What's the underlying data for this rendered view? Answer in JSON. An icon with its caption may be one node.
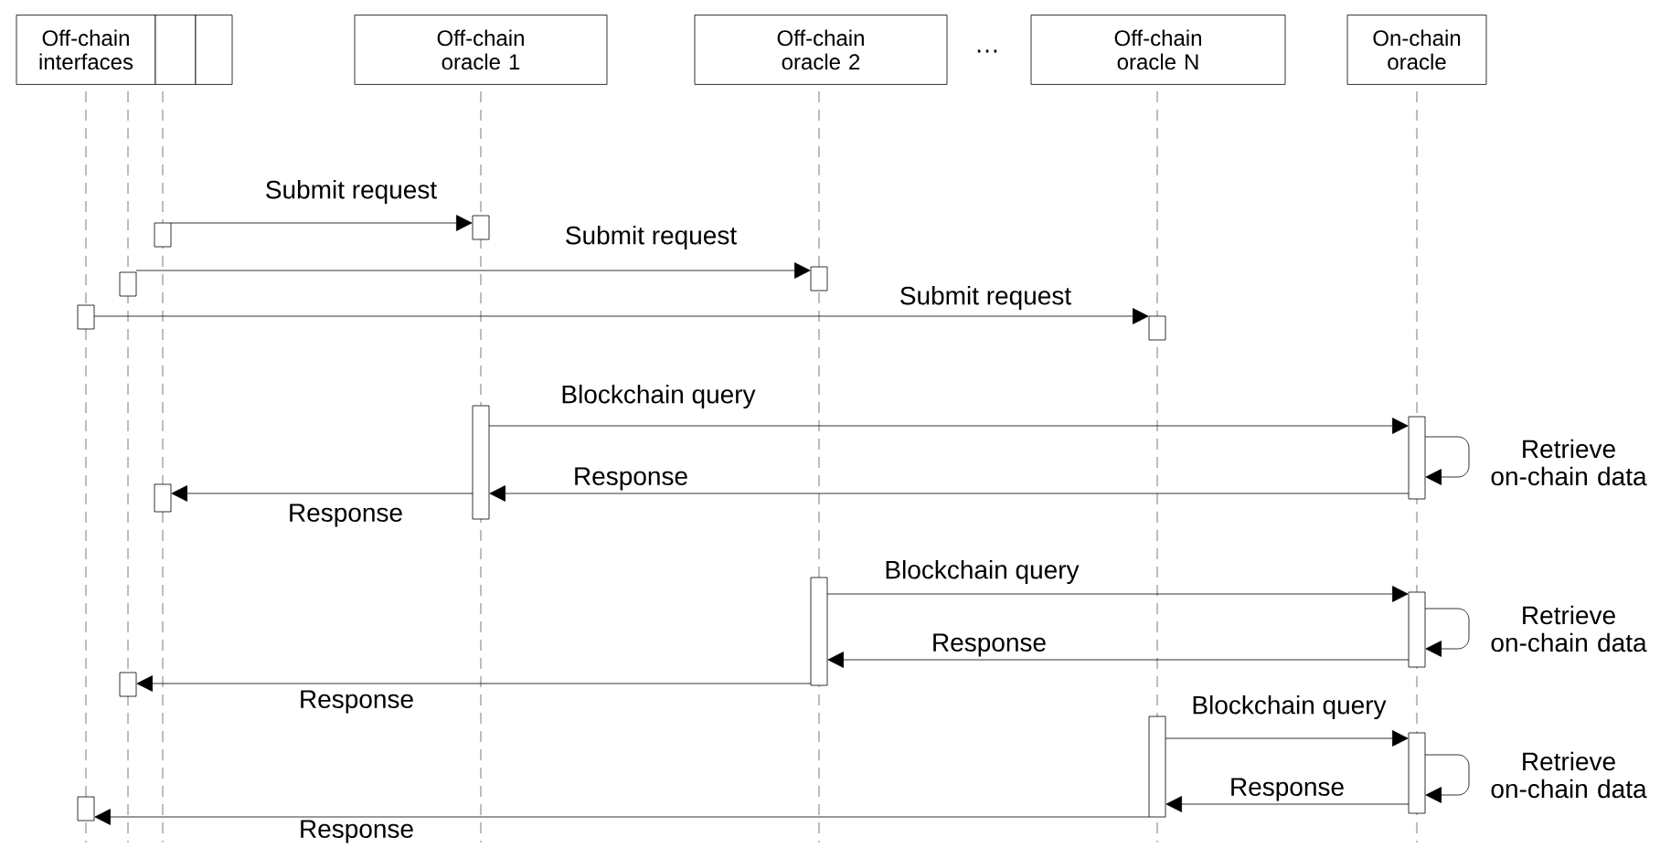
{
  "diagram": {
    "nodes": [
      {
        "text": [
          "Off-chain interfaces"
        ]
      },
      {
        "text": [],
        "shape": "box"
      },
      {
        "text": [],
        "shape": "box"
      },
      {
        "text": [
          "Off-chain oracle 1"
        ]
      },
      {
        "text": [
          "Off-chain oracle 2"
        ]
      },
      {
        "text": [
          "Off-chain oracle N"
        ]
      },
      {
        "text": [
          "On-chain oracle"
        ]
      },
      {
        "text": [],
        "shape": "box"
      },
      {
        "text": [],
        "shape": "box"
      },
      {
        "text": [],
        "shape": "box"
      },
      {
        "text": [],
        "shape": "box"
      },
      {
        "text": [],
        "shape": "box"
      },
      {
        "text": [],
        "shape": "box"
      },
      {
        "text": [],
        "shape": "box"
      },
      {
        "text": [],
        "shape": "box"
      },
      {
        "text": [],
        "shape": "box"
      },
      {
        "text": [],
        "shape": "box"
      },
      {
        "text": [],
        "shape": "box"
      },
      {
        "text": [],
        "shape": "box"
      },
      {
        "text": [],
        "shape": "box"
      },
      {
        "text": [],
        "shape": "box"
      },
      {
        "text": [],
        "shape": "box"
      }
    ],
    "edges": [
      {
        "from": 7,
        "to": 8,
        "arrow": "to",
        "label": "Submit request"
      },
      {
        "from": 9,
        "to": 10,
        "arrow": "to",
        "label": "Submit request"
      },
      {
        "from": 11,
        "to": 12,
        "arrow": "to",
        "label": "Submit request"
      },
      {
        "from": 13,
        "to": 14,
        "arrow": "to",
        "label": "Blockchain query"
      },
      {
        "from": 14,
        "to": 14,
        "arrow": "to",
        "label": "Retrieve on-chain data"
      },
      {
        "from": 14,
        "to": 13,
        "arrow": "to",
        "label": "Response"
      },
      {
        "from": 13,
        "to": 15,
        "arrow": "to",
        "label": "Response"
      },
      {
        "from": 16,
        "to": 17,
        "arrow": "to",
        "label": "Blockchain query"
      },
      {
        "from": 17,
        "to": 17,
        "arrow": "to",
        "label": "Retrieve on-chain data"
      },
      {
        "from": 17,
        "to": 16,
        "arrow": "to",
        "label": "Response"
      },
      {
        "from": 16,
        "to": 18,
        "arrow": "to",
        "label": "Response"
      },
      {
        "from": 19,
        "to": 20,
        "arrow": "to",
        "label": "Blockchain query"
      },
      {
        "from": 20,
        "to": 20,
        "arrow": "to",
        "label": "Retrieve on-chain data"
      },
      {
        "from": 20,
        "to": 19,
        "arrow": "to",
        "label": "Response"
      },
      {
        "from": 19,
        "to": 21,
        "arrow": "to",
        "label": "Response"
      }
    ],
    "labels": [
      "…"
    ]
  }
}
